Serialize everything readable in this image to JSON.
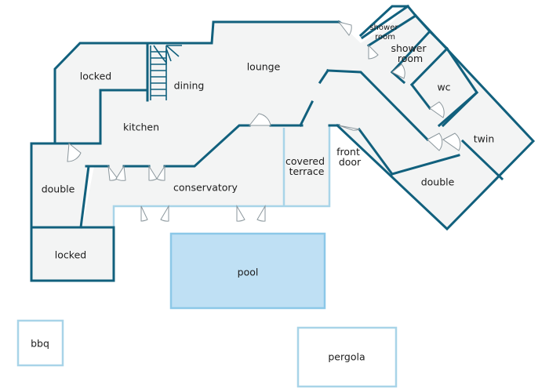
{
  "rooms": {
    "locked_top": "locked",
    "dining": "dining",
    "lounge": "lounge",
    "shower_room_small": [
      "shower",
      "room"
    ],
    "shower_room": [
      "shower",
      "room"
    ],
    "wc": "wc",
    "twin": "twin",
    "kitchen": "kitchen",
    "covered_terrace": [
      "covered",
      "terrace"
    ],
    "front_door": [
      "front",
      "door"
    ],
    "double_left": "double",
    "double_right": "double",
    "conservatory": "conservatory",
    "locked_bottom": "locked",
    "pool": "pool",
    "bbq": "bbq",
    "pergola": "pergola"
  },
  "colors": {
    "wall": "#11607d",
    "outdoor_outline": "#a8d4e8",
    "pool_fill": "#bfe0f4",
    "floor": "#f3f4f4"
  }
}
